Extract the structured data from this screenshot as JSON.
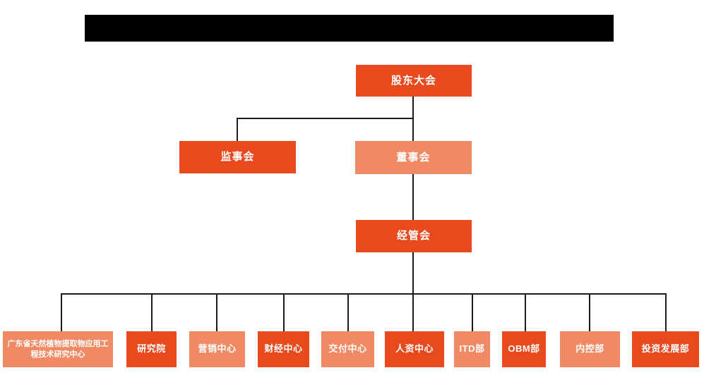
{
  "header": {
    "redacted_bar": true
  },
  "colors": {
    "primary_dark": "#E8491D",
    "primary_light": "#F08A65",
    "connector": "#1a1a1a",
    "redaction": "#000000",
    "node_text": "#ffffff",
    "page_bg": "#ffffff"
  },
  "org": {
    "root": {
      "label": "股东大会",
      "variant": "dark"
    },
    "supervisory_board": {
      "label": "监事会",
      "variant": "dark"
    },
    "board_of_directors": {
      "label": "董事会",
      "variant": "light"
    },
    "management_committee": {
      "label": "经管会",
      "variant": "dark"
    },
    "departments": [
      {
        "label": "广东省天然植物提取物应用工程技术研究中心",
        "variant": "light"
      },
      {
        "label": "研究院",
        "variant": "dark"
      },
      {
        "label": "营销中心",
        "variant": "light"
      },
      {
        "label": "财经中心",
        "variant": "dark"
      },
      {
        "label": "交付中心",
        "variant": "light"
      },
      {
        "label": "人资中心",
        "variant": "dark"
      },
      {
        "label": "ITD部",
        "variant": "light"
      },
      {
        "label": "OBM部",
        "variant": "dark"
      },
      {
        "label": "内控部",
        "variant": "light"
      },
      {
        "label": "投资发展部",
        "variant": "dark"
      }
    ]
  }
}
